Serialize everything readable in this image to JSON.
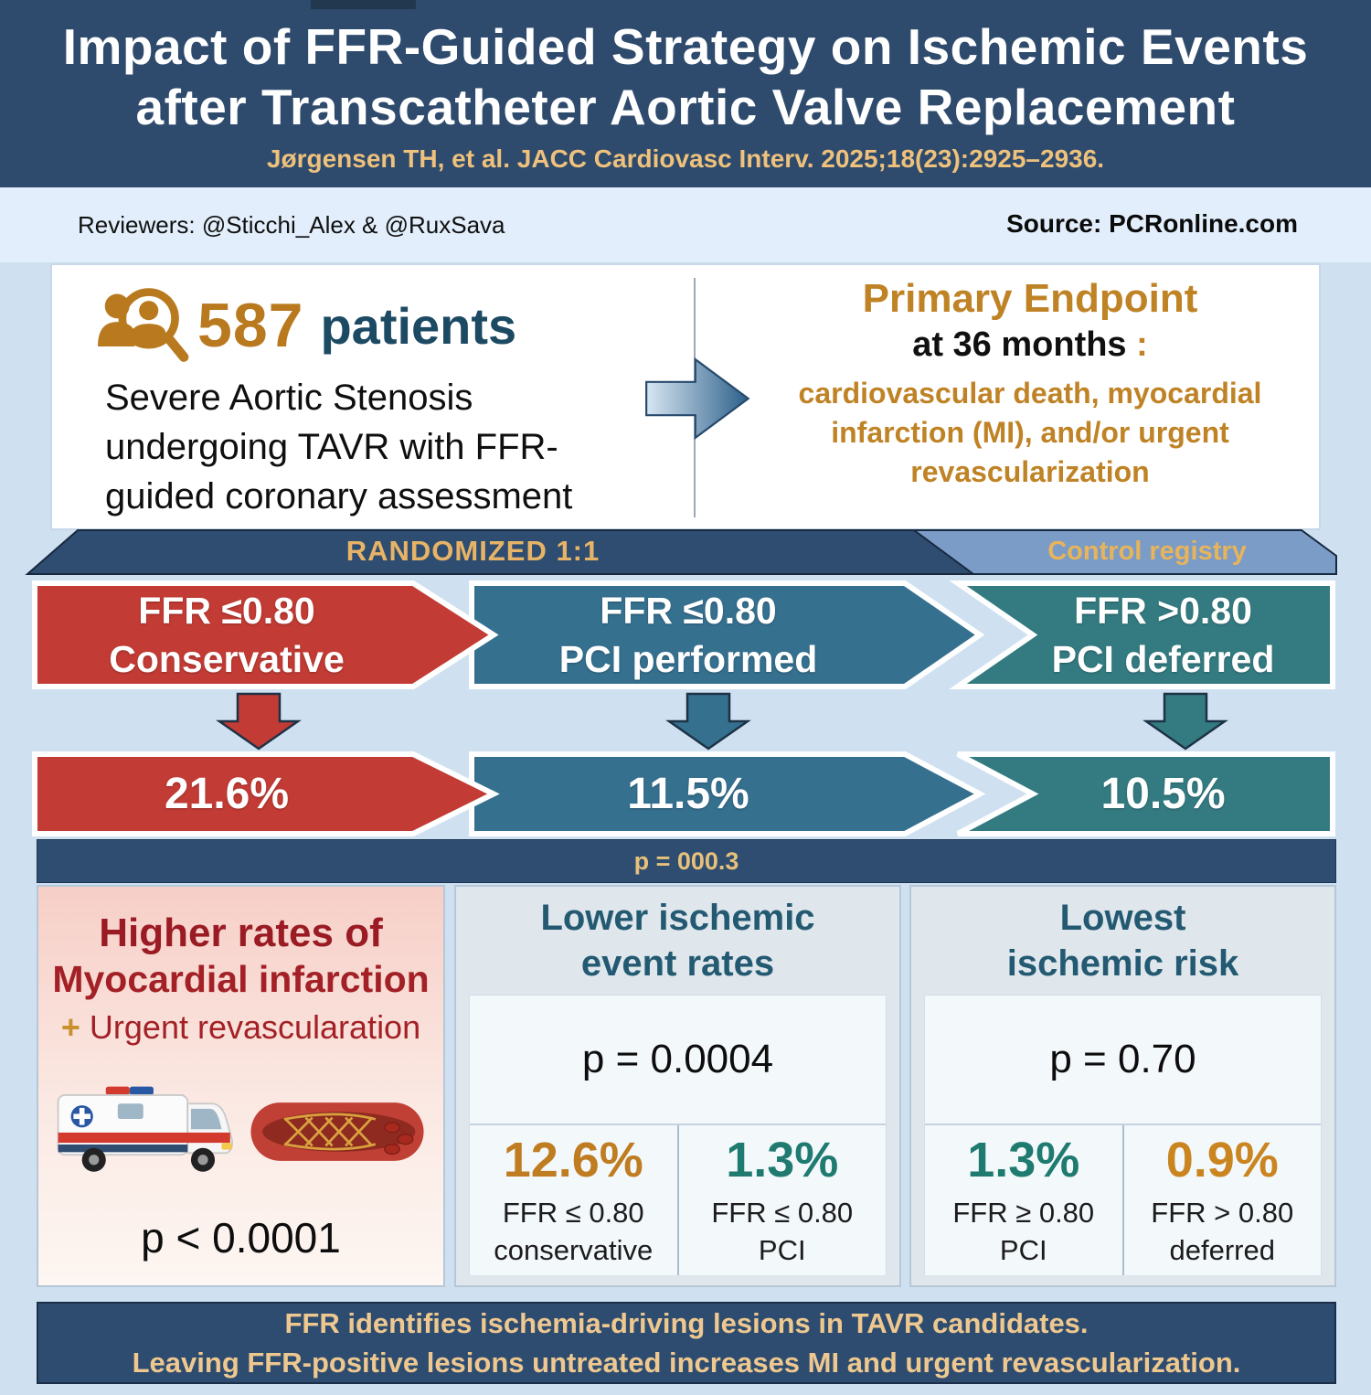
{
  "colors": {
    "header_navy": "#2e4a6c",
    "citation_gold": "#eec17c",
    "accent_gold": "#bf8326",
    "red_arm": "#c23b34",
    "blue_arm": "#35708f",
    "teal_arm": "#337b81",
    "control_blue": "#7b9cc7",
    "bar_navy": "#2e4d71",
    "dark_red_title": "#9b1b24",
    "panel_title_teal": "#235a72",
    "stat_gold": "#bf7c20",
    "stat_teal": "#1f7a70",
    "stat_orange": "#ca8521",
    "footer_gold": "#eec88f"
  },
  "header": {
    "title_line1": "Impact of FFR-Guided Strategy on Ischemic Events",
    "title_line2": "after Transcatheter Aortic Valve Replacement",
    "citation": "Jørgensen TH, et al. JACC Cardiovasc Interv. 2025;18(23):2925–2936."
  },
  "meta": {
    "reviewers": "Reviewers: @Sticchi_Alex & @RuxSava",
    "source": "Source: PCRonline.com"
  },
  "study": {
    "patients_count": "587",
    "patients_word": "patients",
    "description_lines": [
      "Severe Aortic Stenosis",
      "undergoing TAVR with FFR-",
      "guided coronary assessment"
    ],
    "endpoint_title": "Primary Endpoint",
    "endpoint_sub": "at 36 months",
    "endpoint_colon": ":",
    "endpoint_body": "cardiovascular death, myocardial infarction (MI), and/or urgent revascularization"
  },
  "randomization": {
    "left_label": "RANDOMIZED 1:1",
    "right_label": "Control registry"
  },
  "arms": [
    {
      "line1": "FFR ≤0.80",
      "line2": "Conservative",
      "rate": "21.6%"
    },
    {
      "line1": "FFR ≤0.80",
      "line2": "PCI performed",
      "rate": "11.5%"
    },
    {
      "line1": "FFR >0.80",
      "line2": "PCI deferred",
      "rate": "10.5%"
    }
  ],
  "p_bar_label": "p = 000.3",
  "panels": {
    "left": {
      "title_line1": "Higher rates of",
      "title_line2": "Myocardial infarction",
      "plus": "+",
      "title_line3": " Urgent revascularation",
      "p_value": "p < 0.0001"
    },
    "middle": {
      "title_line1": "Lower ischemic",
      "title_line2": "event rates",
      "p_value": "p = 0.0004",
      "stats": [
        {
          "value": "12.6%",
          "label_line1": "FFR ≤ 0.80",
          "label_line2": "conservative"
        },
        {
          "value": "1.3%",
          "label_line1": "FFR ≤ 0.80",
          "label_line2": "PCI"
        }
      ]
    },
    "right": {
      "title_line1": "Lowest",
      "title_line2": "ischemic risk",
      "p_value": "p = 0.70",
      "stats": [
        {
          "value": "1.3%",
          "label_line1": "FFR ≥ 0.80",
          "label_line2": "PCI"
        },
        {
          "value": "0.9%",
          "label_line1": "FFR > 0.80",
          "label_line2": "deferred"
        }
      ]
    }
  },
  "footer": {
    "line1": "FFR identifies ischemia-driving lesions in TAVR candidates.",
    "line2": "Leaving FFR-positive lesions untreated increases MI and urgent revascularization."
  },
  "icons": {
    "patients": "people-search-icon",
    "flow": "right-arrow-icon",
    "arm_pointers": "down-arrow-icon",
    "left_panel_images": [
      "ambulance-icon",
      "artery-stent-icon"
    ]
  }
}
